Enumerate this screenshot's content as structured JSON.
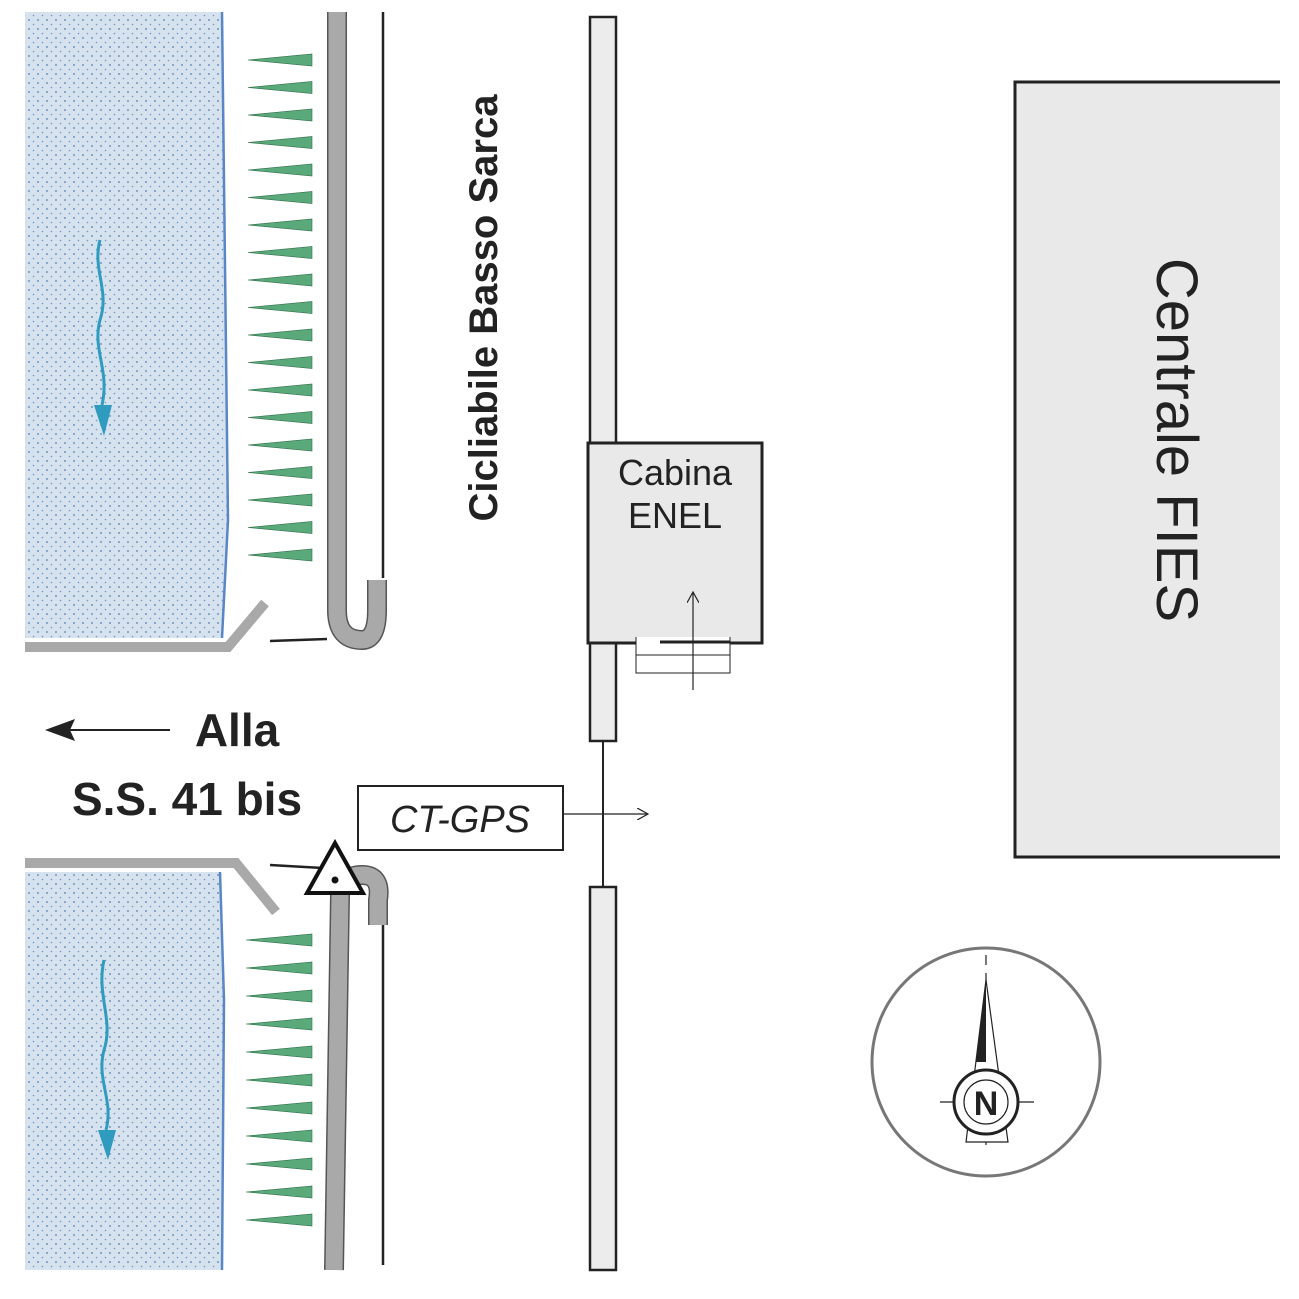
{
  "labels": {
    "cycle_path": "Cicliabile Basso Sarca",
    "cabin_line1": "Cabina",
    "cabin_line2": "ENEL",
    "plant": "Centrale  FIES",
    "direction_line1": "Alla",
    "direction_line2": "S.S. 41 bis",
    "station": "CT-GPS",
    "north": "N"
  },
  "colors": {
    "water_fill": "#d6e3ee",
    "water_dots": "#4e7fb6",
    "water_edge": "#5b86c6",
    "flow_arrow": "#2f9bbf",
    "vegetation": "#5aa97a",
    "wall_gray": "#a9a9a9",
    "building_fill": "#e9e9e9",
    "line_dark": "#222222"
  },
  "icons": {
    "station_marker": "triangle-dot-icon",
    "compass": "north-arrow-icon",
    "flow": "wavy-arrow-icon"
  }
}
